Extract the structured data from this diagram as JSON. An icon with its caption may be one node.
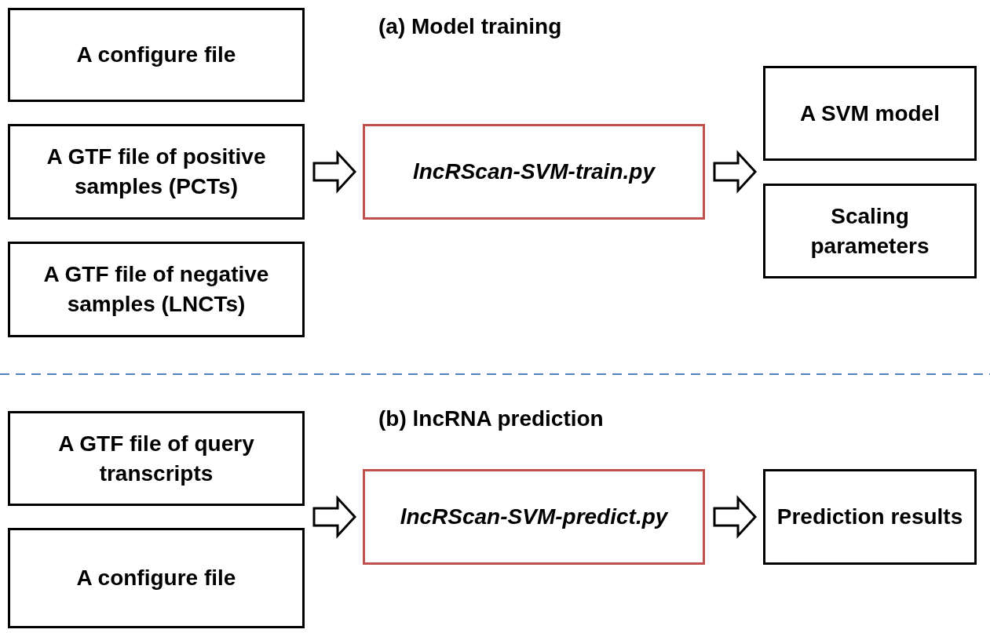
{
  "diagram": {
    "nodes": [
      {
        "text": [
          "A configure file"
        ]
      },
      {
        "text": [
          "A GTF file of positive samples (PCTs)"
        ]
      },
      {
        "text": [
          "A GTF file of negative samples (LNCTs)"
        ]
      },
      {
        "text": [
          "lncRScan-SVM-train.py"
        ]
      },
      {
        "text": [
          "A SVM model"
        ]
      },
      {
        "text": [
          "Scaling parameters"
        ]
      },
      {
        "text": [
          "A GTF file of query transcripts"
        ]
      },
      {
        "text": [
          "A configure file"
        ]
      },
      {
        "text": [
          "lncRScan-SVM-predict.py"
        ]
      },
      {
        "text": [
          "Prediction results"
        ]
      }
    ],
    "edges": [
      {
        "from": 1,
        "to": 3,
        "arrow": "to"
      },
      {
        "from": 3,
        "to": 4,
        "arrow": "to"
      },
      {
        "from": 3,
        "to": 5,
        "arrow": "to"
      },
      {
        "from": 6,
        "to": 8,
        "arrow": "to"
      },
      {
        "from": 7,
        "to": 8,
        "arrow": "to"
      },
      {
        "from": 8,
        "to": 9,
        "arrow": "to"
      }
    ],
    "labels": [
      "(a) Model training",
      "(b) lncRNA prediction"
    ]
  }
}
